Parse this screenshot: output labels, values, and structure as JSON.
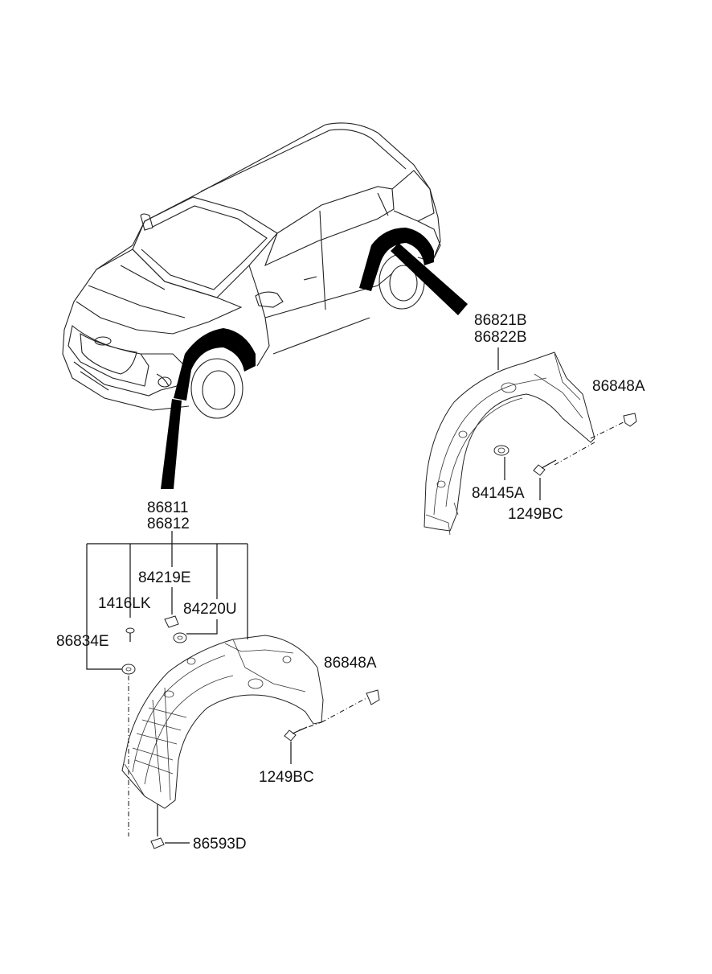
{
  "callouts": {
    "rear_liner": [
      "86821B",
      "86822B"
    ],
    "rear_clip": "86848A",
    "rear_nut": "84145A",
    "rear_screw": "1249BC",
    "front_liner": [
      "86811",
      "86812"
    ],
    "front_screw_a": "84219E",
    "front_bolt": "1416LK",
    "front_nut": "84220U",
    "front_grommet": "86834E",
    "front_clip": "86848A",
    "front_screw_b": "1249BC",
    "front_bottom_screw": "86593D"
  }
}
